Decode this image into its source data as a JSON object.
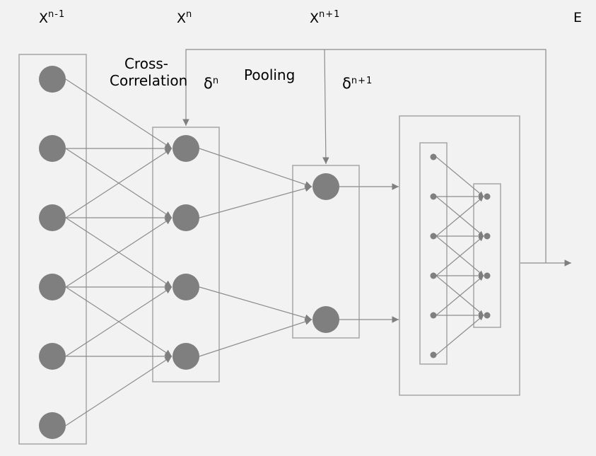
{
  "labels": {
    "x_prev": {
      "base": "X",
      "sup": "n-1"
    },
    "x_cur": {
      "base": "X",
      "sup": "n"
    },
    "x_next": {
      "base": "X",
      "sup": "n+1"
    },
    "error": "E",
    "delta_cur": {
      "base": "δ",
      "sup": "n"
    },
    "delta_next": {
      "base": "δ",
      "sup": "n+1"
    }
  },
  "operations": {
    "cross_correlation_line1": "Cross-",
    "cross_correlation_line2": "Correlation",
    "pooling": "Pooling"
  },
  "layers": {
    "input_neurons": 6,
    "conv_neurons": 4,
    "pool_neurons": 2,
    "fc_input_neurons": 6,
    "fc_output_neurons": 4
  },
  "colors": {
    "background": "#f2f2f2",
    "node": "#7f7f7f",
    "edge": "#8c8c8c",
    "box": "#a6a6a6"
  }
}
